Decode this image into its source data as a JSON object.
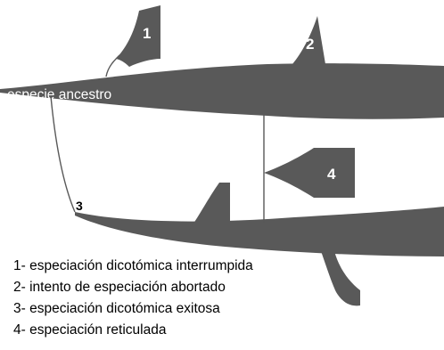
{
  "diagram": {
    "ancestor_label": "especie ancestro",
    "markers": [
      "1",
      "2",
      "3",
      "4"
    ],
    "fill_color": "#595959"
  },
  "legend": {
    "items": [
      "1- especiación dicotómica interrumpida",
      "2- intento de especiación abortado",
      "3- especiación dicotómica exitosa",
      "4- especiación reticulada"
    ]
  }
}
